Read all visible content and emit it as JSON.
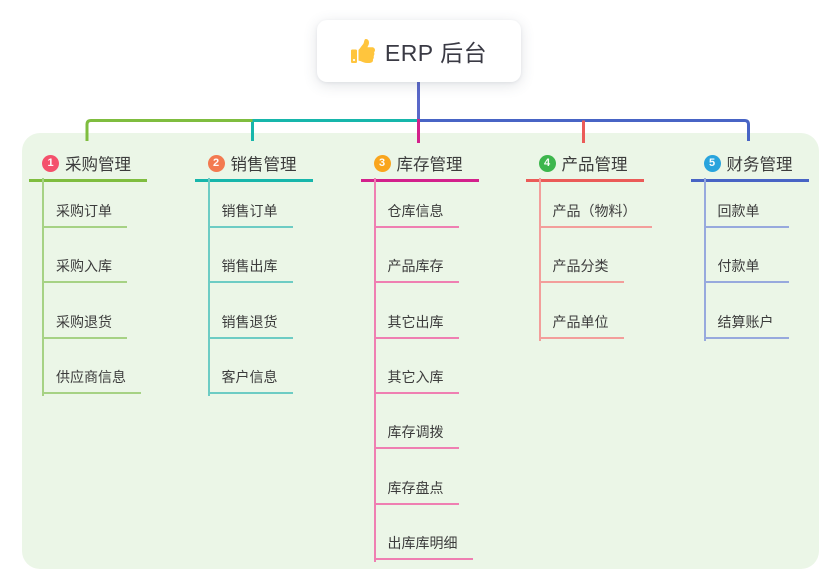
{
  "root": {
    "title": "ERP 后台",
    "icon": "thumbs-up-icon",
    "icon_color": "#FFC53D"
  },
  "connectors": {
    "stem_color": "#5A68C9"
  },
  "panel_color": "#EBF6E7",
  "branches": [
    {
      "badge": "1",
      "badge_color": "#F4516C",
      "label": "采购管理",
      "line_color": "#7FBD3F",
      "child_line_color": "#A6D284",
      "children": [
        "采购订单",
        "采购入库",
        "采购退货",
        "供应商信息"
      ]
    },
    {
      "badge": "2",
      "badge_color": "#F37A50",
      "label": "销售管理",
      "line_color": "#17B6AB",
      "child_line_color": "#6DCCC4",
      "children": [
        "销售订单",
        "销售出库",
        "销售退货",
        "客户信息"
      ]
    },
    {
      "badge": "3",
      "badge_color": "#F9A51D",
      "label": "库存管理",
      "line_color": "#D3218C",
      "child_line_color": "#EF7FB2",
      "children": [
        "仓库信息",
        "产品库存",
        "其它出库",
        "其它入库",
        "库存调拨",
        "库存盘点",
        "出库库明细"
      ]
    },
    {
      "badge": "4",
      "badge_color": "#3DB64D",
      "label": "产品管理",
      "line_color": "#EB5B58",
      "child_line_color": "#F39E9B",
      "children": [
        "产品（物料）",
        "产品分类",
        "产品单位"
      ]
    },
    {
      "badge": "5",
      "badge_color": "#28A4DD",
      "label": "财务管理",
      "line_color": "#4864C5",
      "child_line_color": "#97A9DD",
      "children": [
        "回款单",
        "付款单",
        "结算账户"
      ]
    }
  ]
}
